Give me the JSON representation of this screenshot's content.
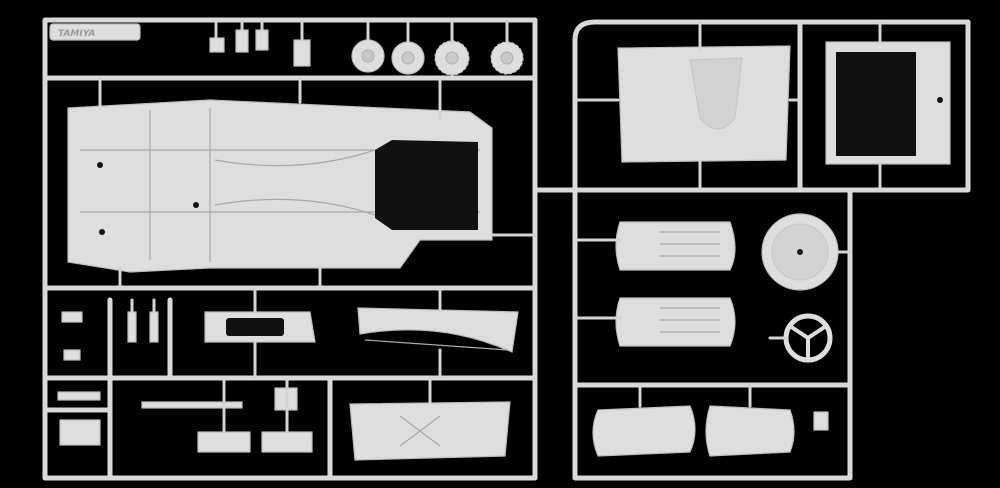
{
  "scene": {
    "background": "#000000",
    "plastic_color": "#dedede",
    "sprue_tag_text": "TAMIYA"
  },
  "parts": {
    "left_frame": [
      "chassis-floor-pan",
      "gear-1",
      "gear-2",
      "gear-3",
      "gear-4",
      "firewall-panel",
      "rear-bulkhead",
      "bumper-bar",
      "dashboard-frame",
      "seat-rail-parts"
    ],
    "right_frame": [
      "hood-panel",
      "door-frame",
      "seat-1",
      "seat-2",
      "spare-tire",
      "steering-wheel",
      "seat-cushion-1",
      "seat-cushion-2"
    ]
  }
}
